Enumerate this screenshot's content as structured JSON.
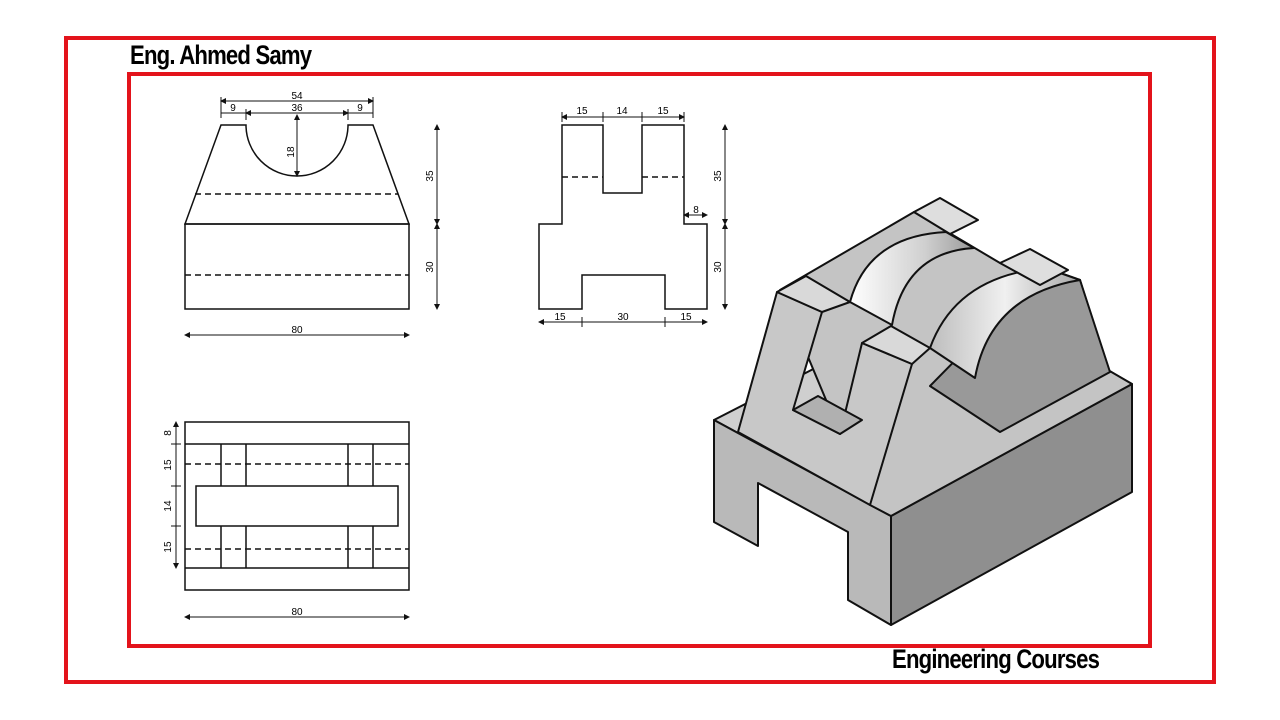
{
  "header": {
    "author": "Eng. Ahmed Samy"
  },
  "footer": {
    "brand": "Engineering Courses"
  },
  "colors": {
    "frame_red": "#e3131b",
    "line": "#111111",
    "iso_top": "#d4d4d4",
    "iso_left": "#c0c0c0",
    "iso_right": "#8f8f8f"
  },
  "front_view": {
    "top_width": "54",
    "left_offset": "9",
    "slot_width": "36",
    "right_offset": "9",
    "arc_depth": "18",
    "upper_height": "35",
    "lower_height": "30",
    "overall_width": "80"
  },
  "side_view": {
    "left_post": "15",
    "gap": "14",
    "right_post": "15",
    "upper_height": "35",
    "lower_height": "30",
    "step": "8",
    "left_foot": "15",
    "channel": "30",
    "right_foot": "15"
  },
  "top_view": {
    "edge": "8",
    "band_1": "15",
    "center": "14",
    "band_2": "15",
    "overall_width": "80"
  }
}
